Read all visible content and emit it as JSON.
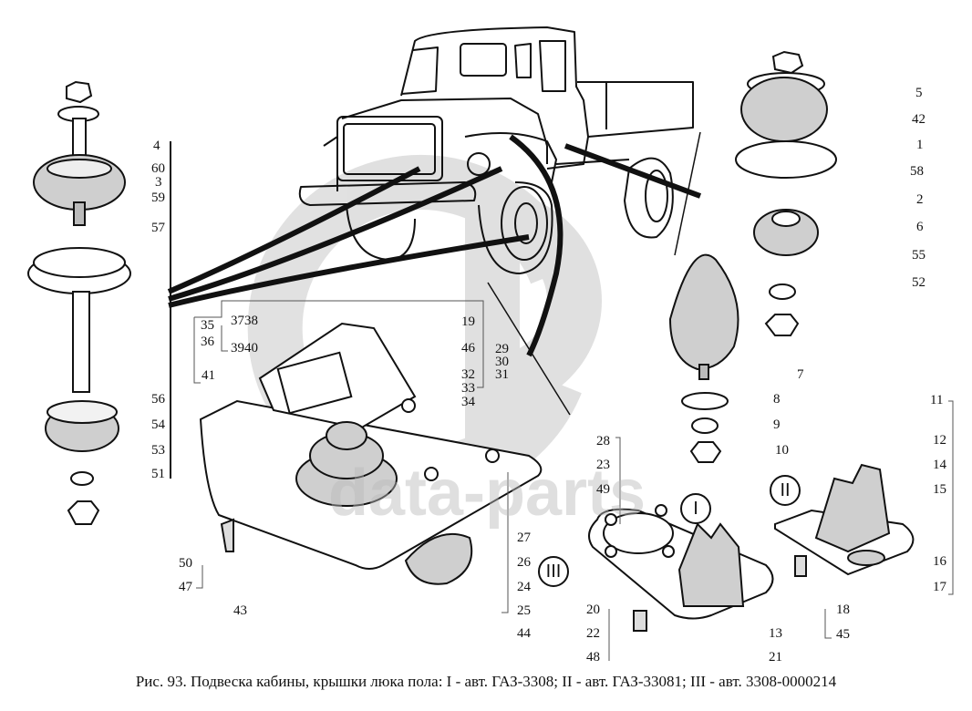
{
  "figure": {
    "caption": "Рис. 93. Подвеска кабины, крышки люка пола: I - авт. ГАЗ-3308; II - авт. ГАЗ-33081; III - авт. 3308-0000214",
    "watermark": "data-parts",
    "variants": {
      "I": "I",
      "II": "II",
      "III": "III"
    }
  },
  "callouts": {
    "left_mount": [
      "4",
      "60",
      "3",
      "59",
      "57",
      "56",
      "54",
      "53",
      "51"
    ],
    "right_top_mount": [
      "5",
      "42",
      "1",
      "58",
      "2",
      "6",
      "55",
      "52"
    ],
    "buffer": [
      "7",
      "8",
      "9",
      "10"
    ],
    "hatch_III_bracket_group": [
      "35",
      "36",
      "3738",
      "3940",
      "41",
      "19",
      "46",
      "29",
      "30",
      "31",
      "32",
      "33",
      "34"
    ],
    "hatch_III_lower": [
      "27",
      "26",
      "24",
      "25",
      "44",
      "43",
      "50",
      "47"
    ],
    "hatch_I": [
      "28",
      "23",
      "49",
      "20",
      "22",
      "48",
      "13",
      "21"
    ],
    "hatch_II": [
      "11",
      "12",
      "14",
      "15",
      "16",
      "17",
      "18",
      "45"
    ]
  }
}
